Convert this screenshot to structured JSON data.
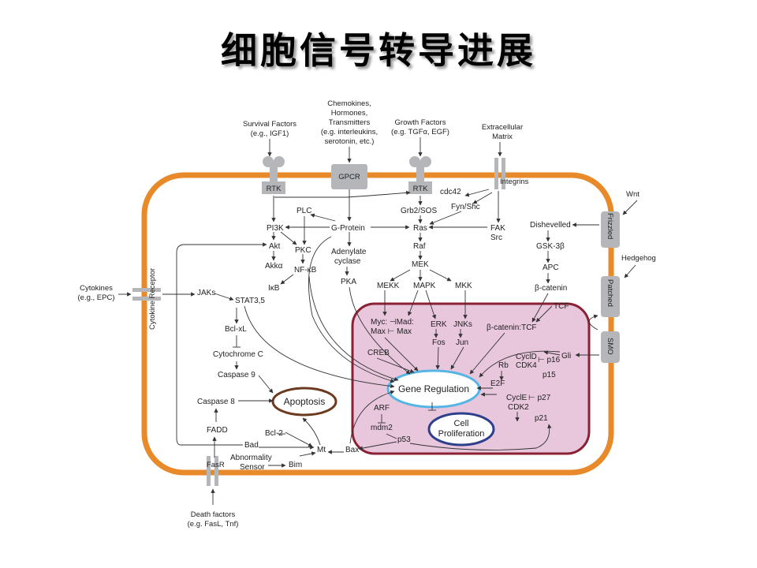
{
  "slide_title": "细胞信号转导进展",
  "colors": {
    "membrane": "#e8892a",
    "nucleus_fill": "#e8c6dc",
    "nucleus_stroke": "#8b2134",
    "receptor": "#b4b6b9",
    "gene_regulation_oval": "#55b6e6",
    "apoptosis_oval": "#6b3a1f",
    "proliferation_oval": "#2e3f8c"
  },
  "external_signals": {
    "survival_1": "Survival Factors",
    "survival_2": "(e.g., IGF1)",
    "chemokines_1": "Chemokines,",
    "chemokines_2": "Hormones,",
    "chemokines_3": "Transmitters",
    "chemokines_4": "(e.g. interleukins,",
    "chemokines_5": "serotonin, etc.)",
    "growth_1": "Growth Factors",
    "growth_2": "(e.g. TGFα, EGF)",
    "ecm_1": "Extracellular",
    "ecm_2": "Matrix",
    "wnt": "Wnt",
    "hedgehog": "Hedgehog",
    "cytokines_1": "Cytokines",
    "cytokines_2": "(e.g., EPC)",
    "death_1": "Death factors",
    "death_2": "(e.g. FasL, Tnf)"
  },
  "receptors": {
    "rtk_left": "RTK",
    "gpcr": "GPCR",
    "rtk_right": "RTK",
    "integrins": "Integrins",
    "frizzled": "Frizzled",
    "patched": "Patched",
    "smo": "SMO",
    "cytokine_receptor": "Cytokine Receptor",
    "fasr": "FasR"
  },
  "nodes": {
    "pi3k": "PI3K",
    "akt": "Akt",
    "akka": "Akkα",
    "plc": "PLC",
    "pkc": "PKC",
    "nfkb": "NF-κB",
    "ikb": "IκB",
    "g_protein": "G-Protein",
    "adenylate_1": "Adenylate",
    "adenylate_2": "cyclase",
    "pka": "PKA",
    "cdc42": "cdc42",
    "grb2sos": "Grb2/SOS",
    "fynshc": "Fyn/Shc",
    "ras": "Ras",
    "fak": "FAK",
    "src": "Src",
    "raf": "Raf",
    "mek": "MEK",
    "mekk": "MEKK",
    "mapk": "MAPK",
    "mkk": "MKK",
    "dishevelled": "Dishevelled",
    "gsk3b": "GSK-3β",
    "apc": "APC",
    "bcatenin": "β-catenin",
    "tcf": "TCF",
    "jaks": "JAKs",
    "stat": "STAT3,5",
    "bclxl": "Bcl-xL",
    "cytochrome_c": "Cytochrome C",
    "caspase9": "Caspase 9",
    "caspase8": "Caspase 8",
    "fadd": "FADD",
    "bad": "Bad",
    "bcl2": "Bcl-2",
    "mt": "Mt",
    "abnormality_1": "Abnormality",
    "abnormality_2": "Sensor",
    "bim": "Bim",
    "bax": "Bax"
  },
  "nucleus": {
    "myc_mad": "Myc: ⊣Mad:",
    "max_max": "Max ⊢ Max",
    "creb": "CREB",
    "erk": "ERK",
    "fos": "Fos",
    "jnks": "JNKs",
    "jun": "Jun",
    "bcat_tcf": "β-catenin:TCF",
    "gli": "Gli",
    "cycld": "CyclD",
    "p16": "⊢ p16",
    "rb": "Rb",
    "cdk4": "CDK4",
    "p15": "p15",
    "e2f": "E2F",
    "cycle": "CyclE",
    "p27": "⊢ p27",
    "cdk2": "CDK2",
    "p21": "p21",
    "arf": "ARF",
    "mdm2": "mdm2",
    "p53": "p53"
  },
  "outcomes": {
    "gene_regulation": "Gene Regulation",
    "apoptosis": "Apoptosis",
    "cell_1": "Cell",
    "cell_2": "Proliferation"
  }
}
